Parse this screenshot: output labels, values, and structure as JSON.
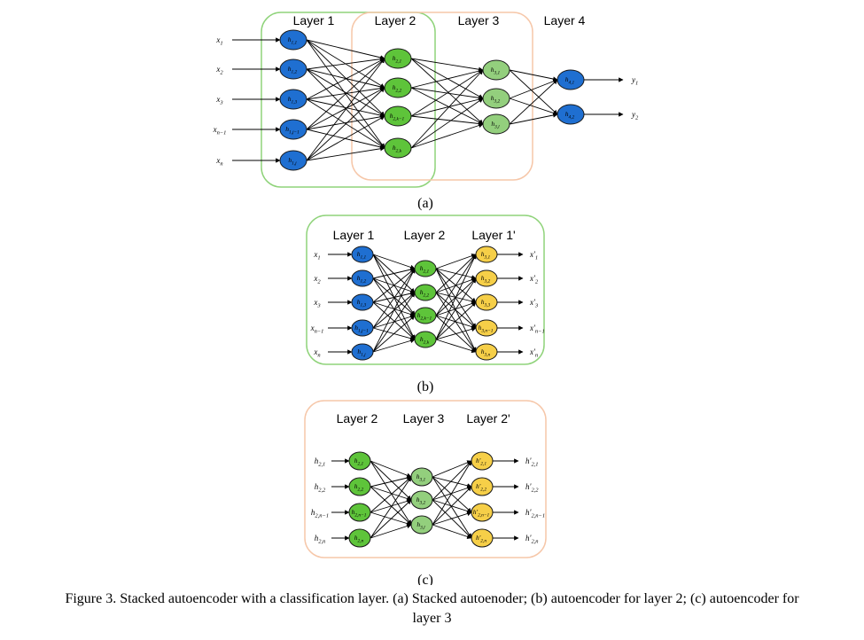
{
  "colors": {
    "blue": "#1f6fd1",
    "green": "#5ec43a",
    "light_green": "#93cf7d",
    "yellow": "#f6cf48",
    "box_green": "#8fd37a",
    "box_peach": "#f6c7a9",
    "edge": "#000000"
  },
  "panel_a": {
    "label": "(a)",
    "headers": [
      "Layer 1",
      "Layer 2",
      "Layer 3",
      "Layer 4"
    ],
    "inputs": [
      "x1",
      "x2",
      "x3",
      "xn−1",
      "xn"
    ],
    "layer1": [
      "h1,1",
      "h1,2",
      "h1,3",
      "h1,j−1",
      "h1,j"
    ],
    "layer2": [
      "h2,1",
      "h2,2",
      "h2,k−1",
      "h2,k"
    ],
    "layer3": [
      "h3,1",
      "h3,2",
      "h3,l"
    ],
    "layer4": [
      "h4,1",
      "h4,2"
    ],
    "outputs": [
      "y1",
      "y2"
    ]
  },
  "panel_b": {
    "label": "(b)",
    "headers": [
      "Layer 1",
      "Layer 2",
      "Layer 1'"
    ],
    "inputs": [
      "x1",
      "x2",
      "x3",
      "xn−1",
      "xn"
    ],
    "layer1": [
      "h1,1",
      "h1,2",
      "h1,3",
      "h1,j−1",
      "h1,j"
    ],
    "layer2": [
      "h2,1",
      "h2,2",
      "h2,k−1",
      "h2,k"
    ],
    "layer1p": [
      "h3,1",
      "h3,2",
      "h3,3",
      "h3,n−1",
      "h3,n"
    ],
    "outputs": [
      "x'1",
      "x'2",
      "x'3",
      "x'n−1",
      "x'n"
    ]
  },
  "panel_c": {
    "label": "(c)",
    "headers": [
      "Layer 2",
      "Layer 3",
      "Layer 2'"
    ],
    "inputs": [
      "h2,1",
      "h2,2",
      "h2,n−1",
      "h2,n"
    ],
    "layer2": [
      "h2,1",
      "h2,2",
      "h2,n−1",
      "h2,n"
    ],
    "layer3": [
      "h3,1",
      "h3,2",
      "h3,l"
    ],
    "layer2p": [
      "h'2,1",
      "h'2,2",
      "h'2,n−1",
      "h'2,n"
    ],
    "outputs": [
      "h'2,1",
      "h'2,2",
      "h'2,n−1",
      "h'2,n"
    ]
  },
  "caption": {
    "line1": "Figure 3. Stacked autoencoder with a classification layer. (a) Stacked autoenoder; (b) autoencoder for layer 2; (c) autoencoder for",
    "line2": "layer 3"
  }
}
